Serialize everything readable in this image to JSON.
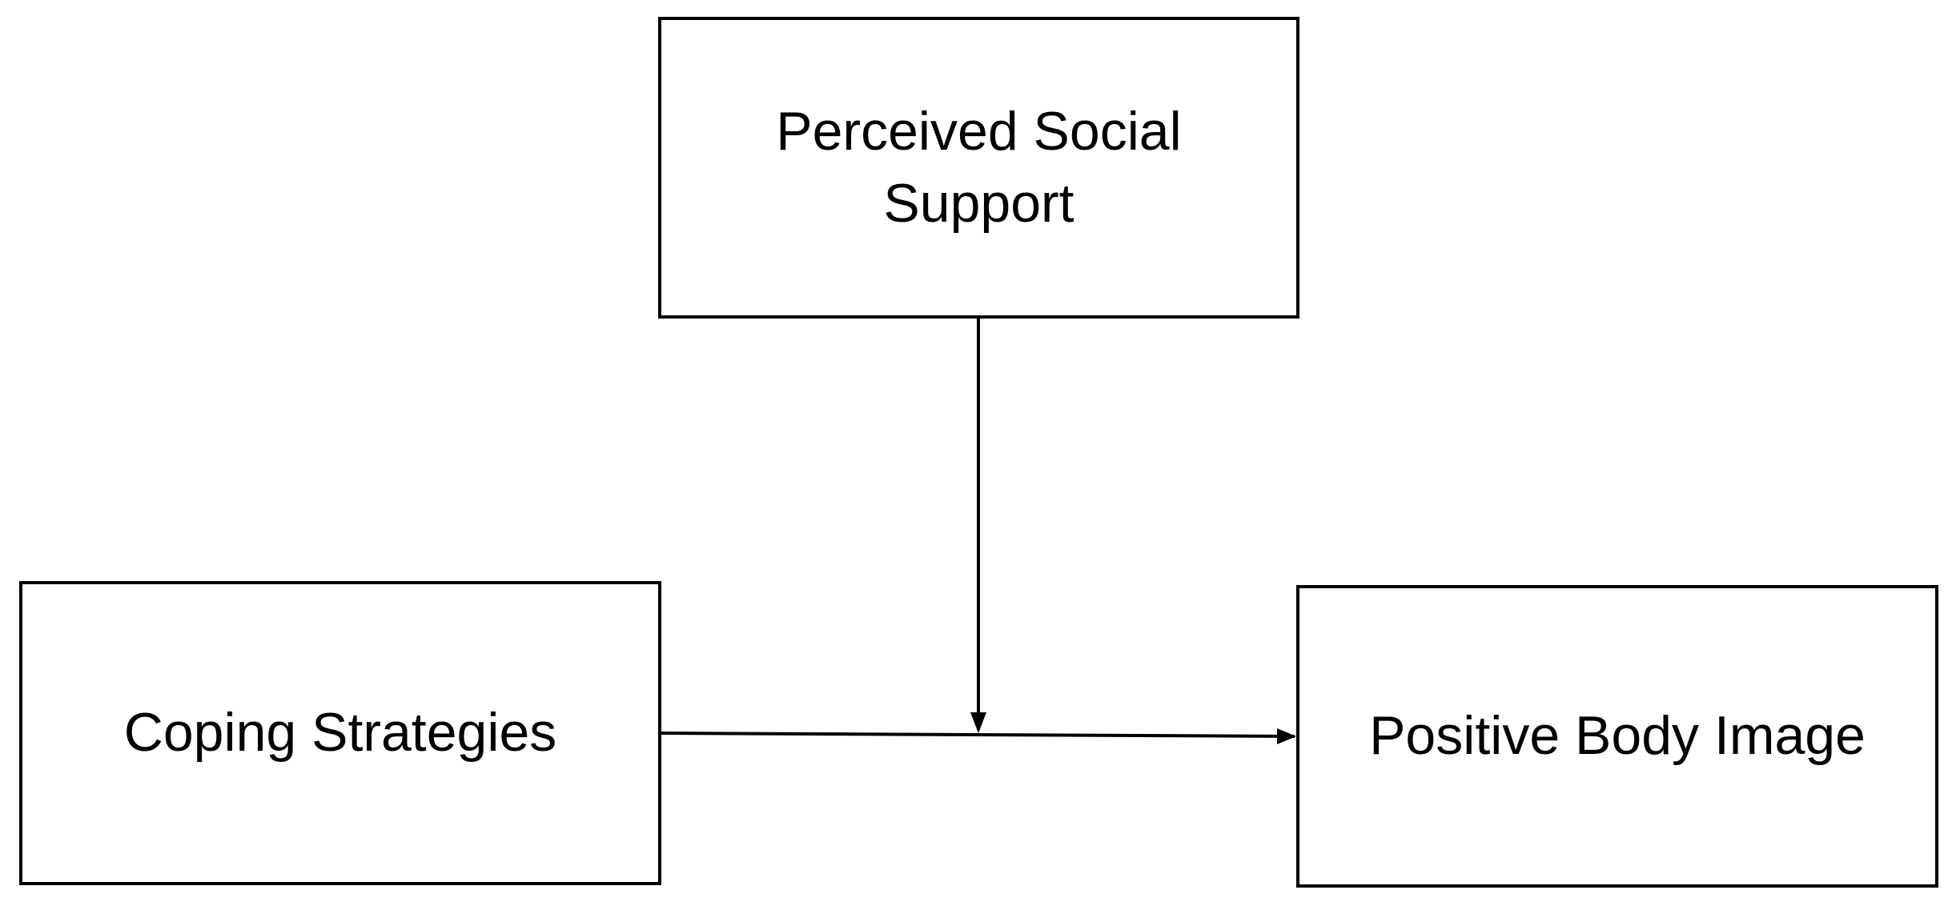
{
  "diagram": {
    "nodes": {
      "moderator": {
        "lines": [
          "Perceived Social",
          "Support"
        ]
      },
      "predictor": {
        "lines": [
          "Coping Strategies"
        ]
      },
      "outcome": {
        "lines": [
          "Positive Body Image"
        ]
      }
    },
    "edges": [
      {
        "from": "predictor",
        "to": "outcome",
        "type": "direct-path-arrow"
      },
      {
        "from": "moderator",
        "to": "predictor-outcome-path",
        "type": "moderation-arrow"
      }
    ],
    "colors": {
      "stroke": "#000000",
      "background": "#ffffff"
    }
  }
}
